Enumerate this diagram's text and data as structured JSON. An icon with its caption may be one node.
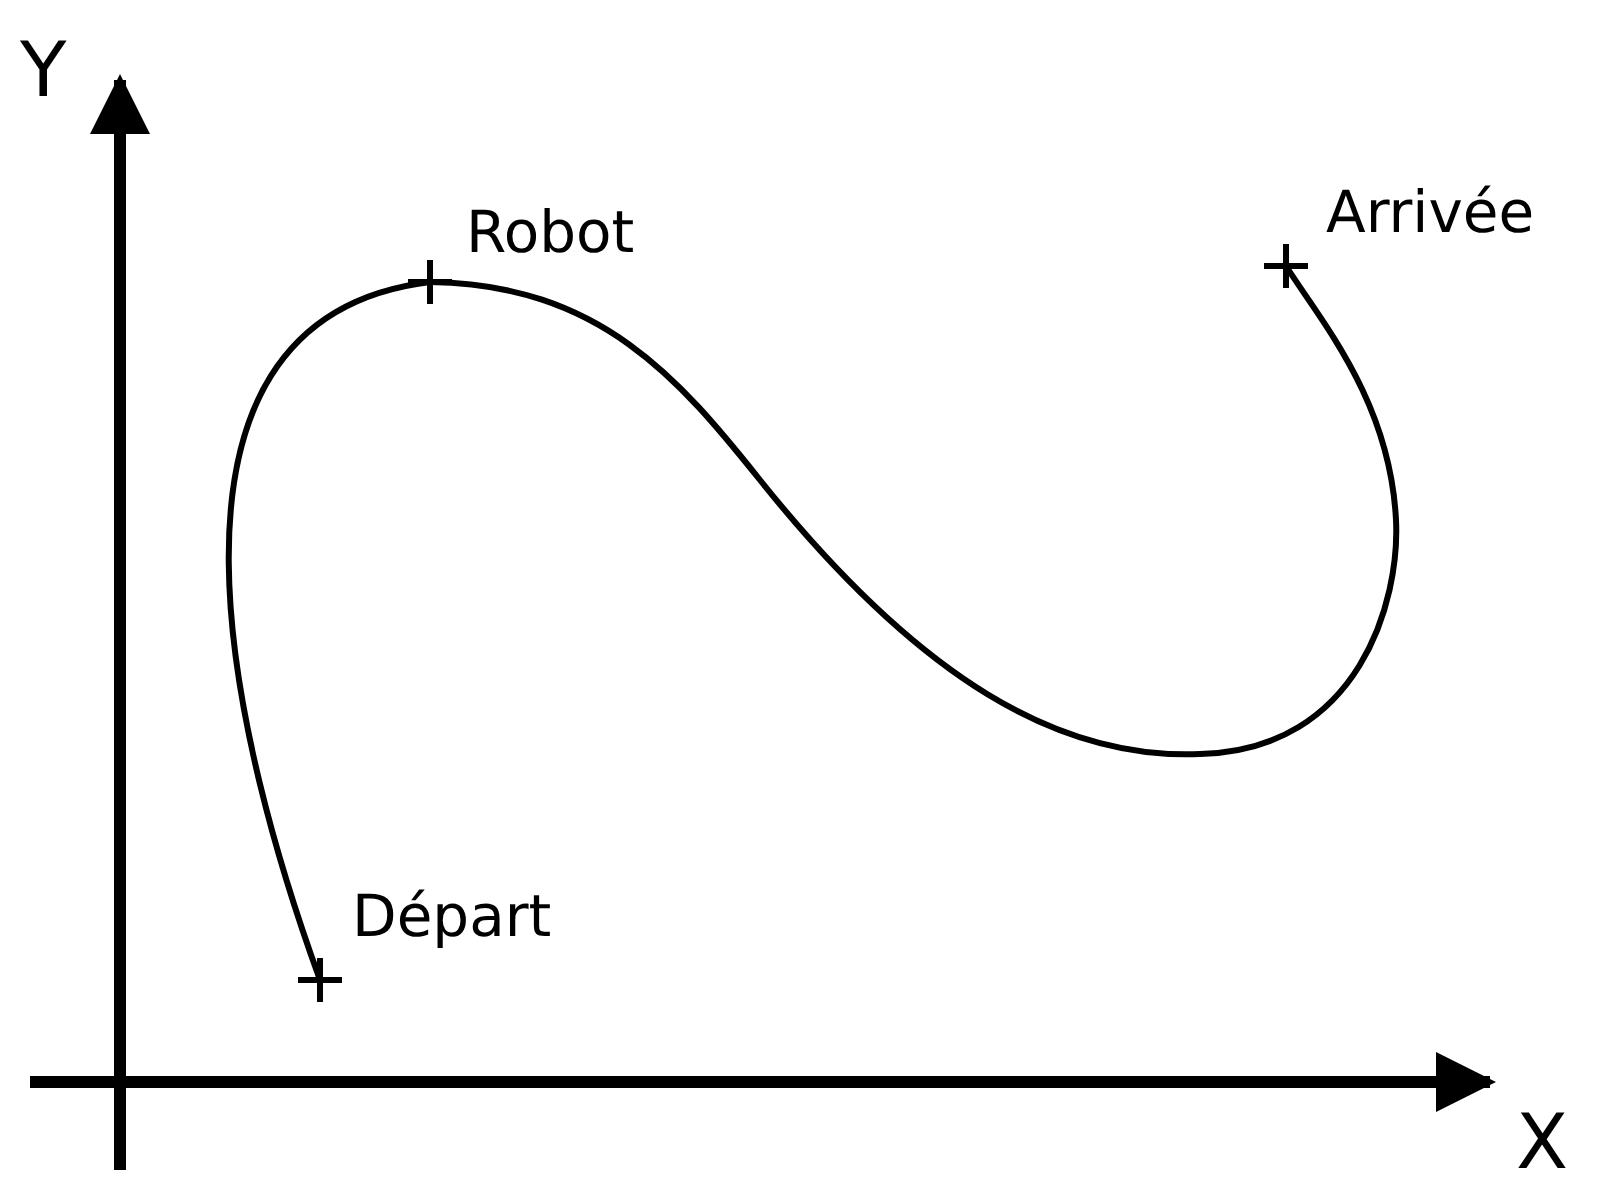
{
  "diagram": {
    "nodes": [
      {
        "text": [
          "Départ"
        ]
      },
      {
        "text": [
          "Robot"
        ]
      },
      {
        "text": [
          "Arrivée"
        ]
      }
    ],
    "edges": [
      {
        "from": 0,
        "to": 1,
        "arrow": "none"
      },
      {
        "from": 1,
        "to": 2,
        "arrow": "none"
      }
    ],
    "labels": [
      "Y",
      "X"
    ]
  }
}
